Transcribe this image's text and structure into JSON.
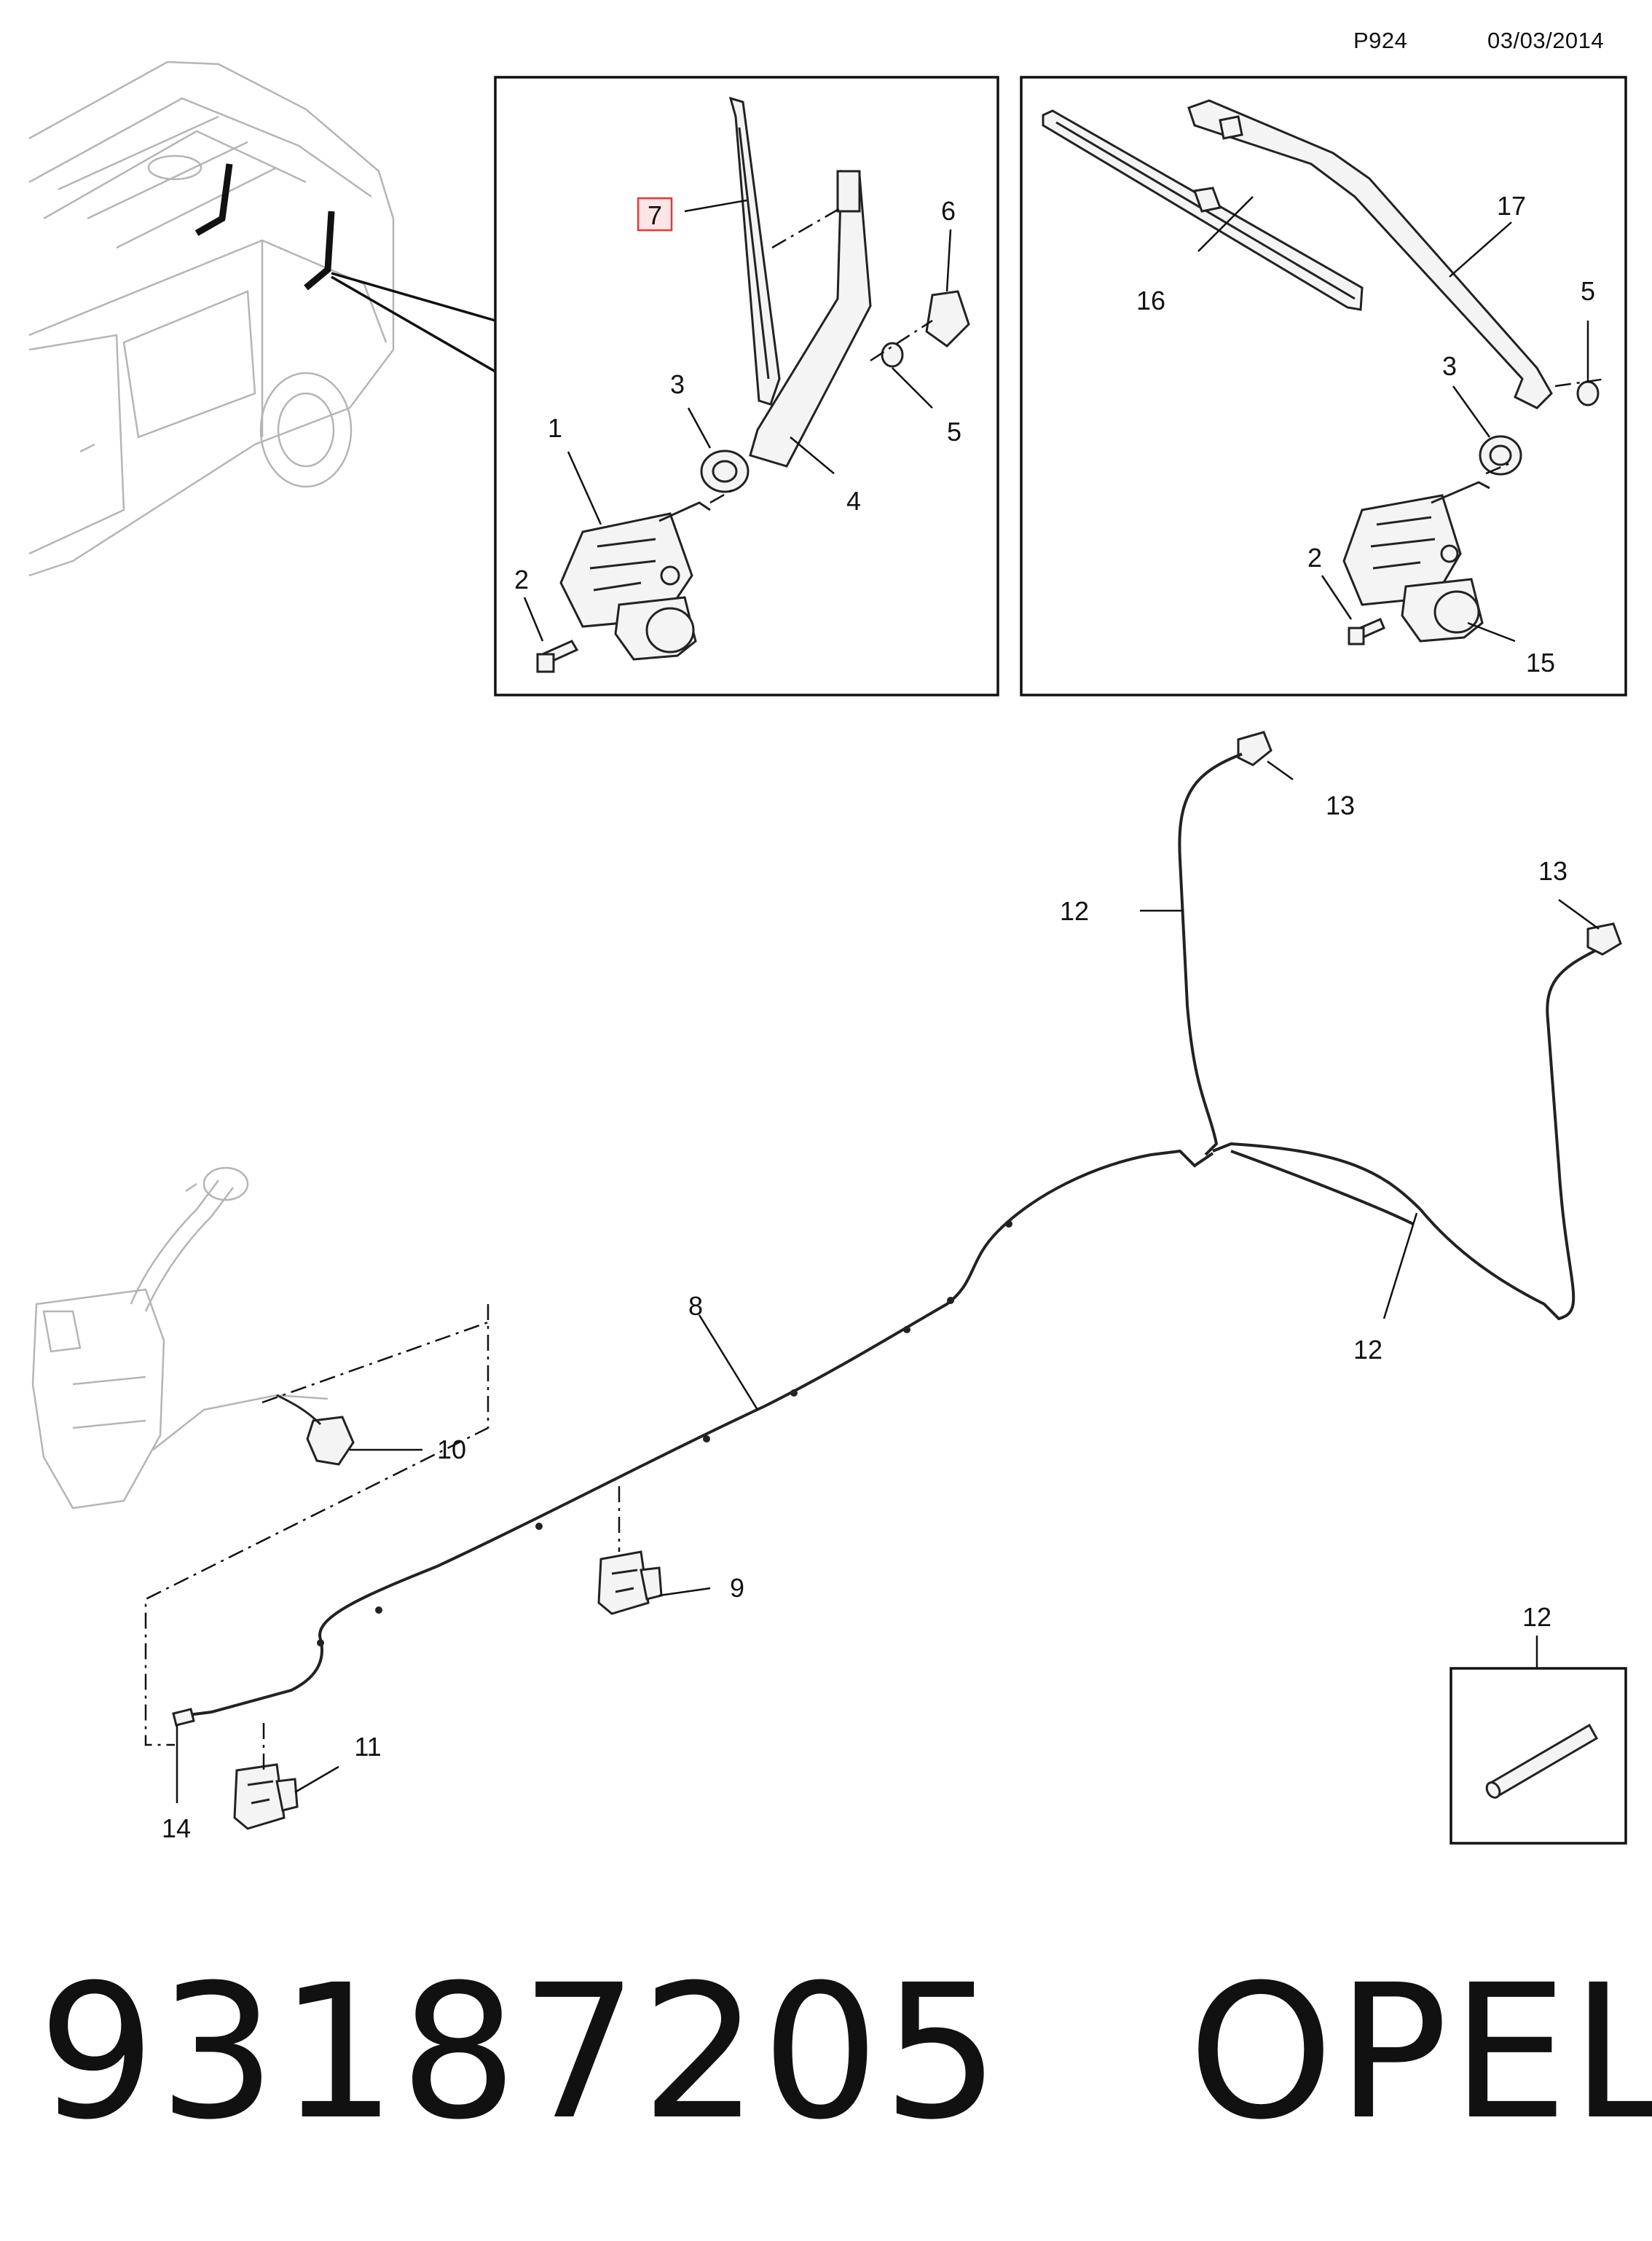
{
  "header": {
    "page_code": "P924",
    "date": "03/03/2014"
  },
  "footer": {
    "part_number": "93187205",
    "brand": "OPEL"
  },
  "highlight_color": "#e23a3a",
  "callouts": {
    "rear_1": "1",
    "rear_2": "2",
    "rear_3": "3",
    "rear_4": "4",
    "rear_5": "5",
    "rear_6": "6",
    "rear_7": "7",
    "front_2": "2",
    "front_3": "3",
    "front_5": "5",
    "front_15": "15",
    "front_16": "16",
    "front_17": "17",
    "hose_8": "8",
    "clip_9": "9",
    "pump_10": "10",
    "clip_11": "11",
    "hose_12a": "12",
    "hose_12b": "12",
    "hose_12c": "12",
    "nozzle_13a": "13",
    "nozzle_13b": "13",
    "connector_14": "14"
  }
}
